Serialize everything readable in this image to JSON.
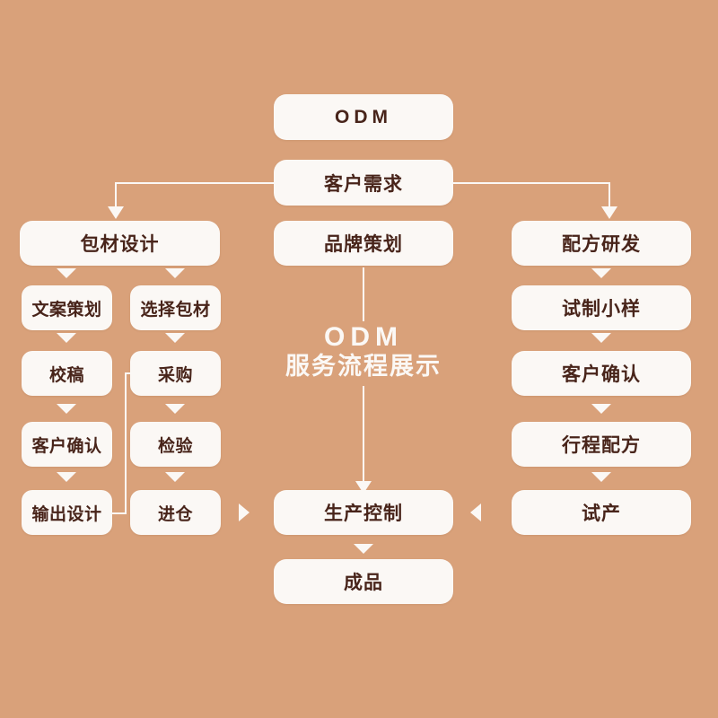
{
  "theme": {
    "background": "#d9a17a",
    "box_fill": "#fbf8f5",
    "text_color": "#48241a",
    "connector_color": "#fbf8f5",
    "watermark_color": "#fbf8f5"
  },
  "center_title": {
    "line1": "ODM",
    "line2": "服务流程展示"
  },
  "nodes": {
    "odm": "ODM",
    "customer_demand": "客户需求",
    "packaging_design": "包材设计",
    "brand_planning": "品牌策划",
    "formula_rd": "配方研发",
    "copywriting_planning": "文案策划",
    "select_packaging": "选择包材",
    "trial_sample": "试制小样",
    "proofreading": "校稿",
    "purchasing": "采购",
    "customer_confirm_right": "客户确认",
    "customer_confirm_left": "客户确认",
    "inspection": "检验",
    "process_formula": "行程配方",
    "output_design": "输出设计",
    "warehousing": "进仓",
    "trial_production": "试产",
    "production_control": "生产控制",
    "finished_product": "成品"
  },
  "columns": {
    "left": {
      "header": "包材设计",
      "sub_left": [
        "文案策划",
        "校稿",
        "客户确认",
        "输出设计"
      ],
      "sub_right": [
        "选择包材",
        "采购",
        "检验",
        "进仓"
      ]
    },
    "center": {
      "header": "品牌策划",
      "steps": [
        "生产控制",
        "成品"
      ]
    },
    "right": {
      "header": "配方研发",
      "steps": [
        "试制小样",
        "客户确认",
        "行程配方",
        "试产"
      ]
    }
  }
}
